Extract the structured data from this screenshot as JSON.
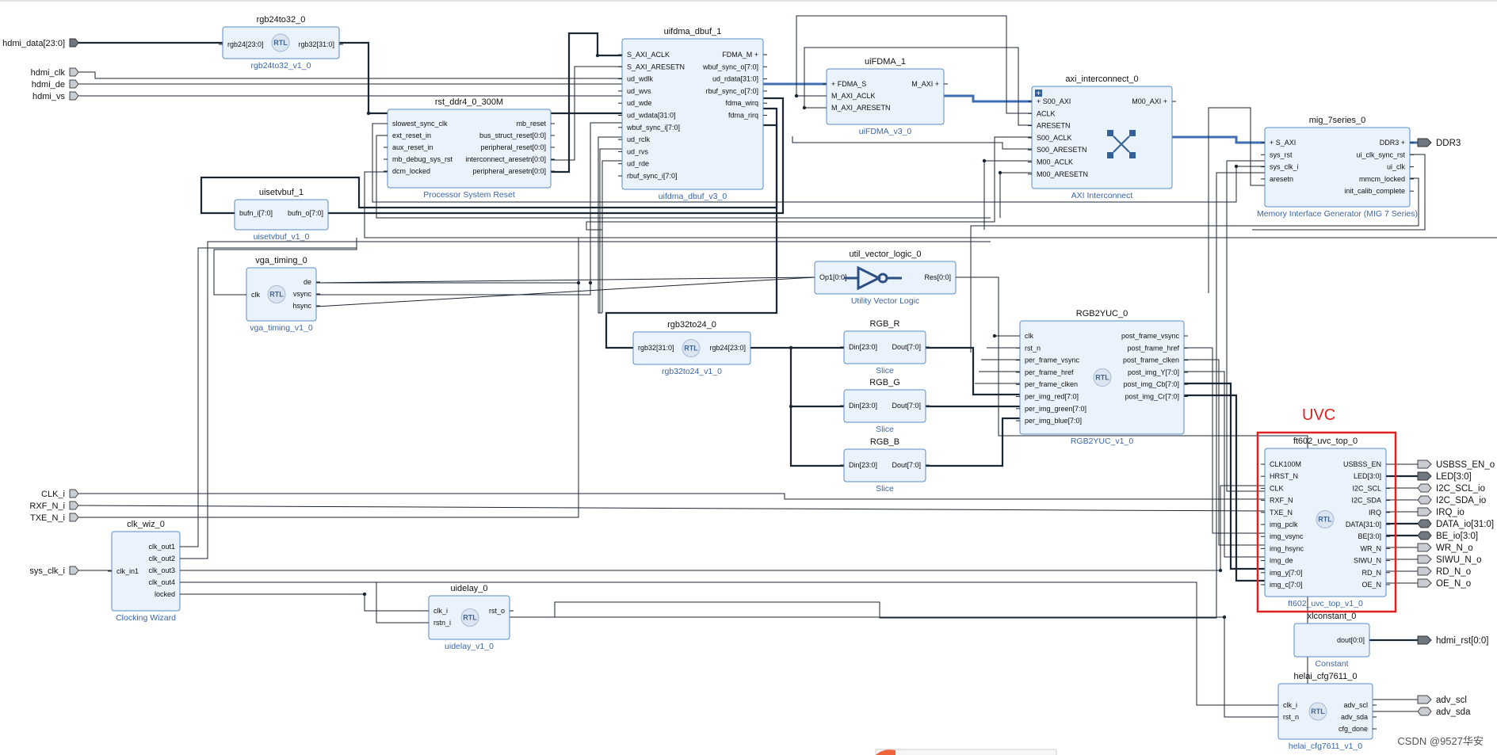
{
  "ext_inputs": [
    {
      "id": "hdmi_data",
      "label": "hdmi_data[23:0]"
    },
    {
      "id": "hdmi_clk",
      "label": "hdmi_clk"
    },
    {
      "id": "hdmi_de",
      "label": "hdmi_de"
    },
    {
      "id": "hdmi_vs",
      "label": "hdmi_vs"
    },
    {
      "id": "clk_i",
      "label": "CLK_i"
    },
    {
      "id": "rxf_n_i",
      "label": "RXF_N_i"
    },
    {
      "id": "txe_n_i",
      "label": "TXE_N_i"
    },
    {
      "id": "sys_clk_i",
      "label": "sys_clk_i"
    }
  ],
  "ext_outputs": [
    {
      "id": "ddr3",
      "label": "DDR3"
    },
    {
      "id": "usbss_en_o",
      "label": "USBSS_EN_o"
    },
    {
      "id": "led",
      "label": "LED[3:0]"
    },
    {
      "id": "i2c_scl_io",
      "label": "I2C_SCL_io"
    },
    {
      "id": "i2c_sda_io",
      "label": "I2C_SDA_io"
    },
    {
      "id": "irq_io",
      "label": "IRQ_io"
    },
    {
      "id": "data_io",
      "label": "DATA_io[31:0]"
    },
    {
      "id": "be_io",
      "label": "BE_io[3:0]"
    },
    {
      "id": "wr_n_o",
      "label": "WR_N_o"
    },
    {
      "id": "siwu_n_o",
      "label": "SIWU_N_o"
    },
    {
      "id": "rd_n_o",
      "label": "RD_N_o"
    },
    {
      "id": "oe_n_o",
      "label": "OE_N_o"
    },
    {
      "id": "hdmi_rst",
      "label": "hdmi_rst[0:0]"
    },
    {
      "id": "adv_scl",
      "label": "adv_scl"
    },
    {
      "id": "adv_sda",
      "label": "adv_sda"
    }
  ],
  "blocks": {
    "rgb24to32": {
      "instance": "rgb24to32_0",
      "name": "rgb24to32_v1_0",
      "rtl": "RTL",
      "left": [
        "rgb24[23:0]"
      ],
      "right": [
        "rgb32[31:0]"
      ]
    },
    "rst_ddr4": {
      "instance": "rst_ddr4_0_300M",
      "name": "Processor System Reset",
      "left": [
        "slowest_sync_clk",
        "ext_reset_in",
        "aux_reset_in",
        "mb_debug_sys_rst",
        "dcm_locked"
      ],
      "right": [
        "mb_reset",
        "bus_struct_reset[0:0]",
        "peripheral_reset[0:0]",
        "interconnect_aresetn[0:0]",
        "peripheral_aresetn[0:0]"
      ]
    },
    "uisetvbuf": {
      "instance": "uisetvbuf_1",
      "name": "uisetvbuf_v1_0",
      "left": [
        "bufn_i[7:0]"
      ],
      "right": [
        "bufn_o[7:0]"
      ]
    },
    "vga_timing": {
      "instance": "vga_timing_0",
      "name": "vga_timing_v1_0",
      "rtl": "RTL",
      "left": [
        "clk"
      ],
      "right": [
        "de",
        "vsync",
        "hsync"
      ]
    },
    "uifdma_dbuf": {
      "instance": "uifdma_dbuf_1",
      "name": "uifdma_dbuf_v3_0",
      "left": [
        "S_AXI_ACLK",
        "S_AXI_ARESETN",
        "ud_wdlk",
        "ud_wvs",
        "ud_wde",
        "ud_wdata[31:0]",
        "wbuf_sync_i[7:0]",
        "ud_rclk",
        "ud_rvs",
        "ud_rde",
        "rbuf_sync_i[7:0]"
      ],
      "right": [
        "FDMA_M",
        "wbuf_sync_o[7:0]",
        "ud_rdata[31:0]",
        "rbuf_sync_o[7:0]",
        "fdma_wirq",
        "fdma_rirq"
      ]
    },
    "uifdma": {
      "instance": "uiFDMA_1",
      "name": "uiFDMA_v3_0",
      "left": [
        "FDMA_S",
        "M_AXI_ACLK",
        "M_AXI_ARESETN"
      ],
      "right": [
        "M_AXI"
      ]
    },
    "axi_ic": {
      "instance": "axi_interconnect_0",
      "name": "AXI Interconnect",
      "left": [
        "S00_AXI",
        "ACLK",
        "ARESETN",
        "S00_ACLK",
        "S00_ARESETN",
        "M00_ACLK",
        "M00_ARESETN"
      ],
      "right": [
        "M00_AXI"
      ]
    },
    "mig": {
      "instance": "mig_7series_0",
      "name": "Memory Interface Generator (MIG 7 Series)",
      "left": [
        "S_AXI",
        "sys_rst",
        "sys_clk_i",
        "aresetn"
      ],
      "right": [
        "DDR3",
        "ui_clk_sync_rst",
        "ui_clk",
        "mmcm_locked",
        "init_calib_complete"
      ]
    },
    "util_vl": {
      "instance": "util_vector_logic_0",
      "name": "Utility Vector Logic",
      "left": [
        "Op1[0:0]"
      ],
      "right": [
        "Res[0:0]"
      ]
    },
    "rgb32to24": {
      "instance": "rgb32to24_0",
      "name": "rgb32to24_v1_0",
      "rtl": "RTL",
      "left": [
        "rgb32[31:0]"
      ],
      "right": [
        "rgb24[23:0]"
      ]
    },
    "rgb_r": {
      "instance": "RGB_R",
      "name": "Slice",
      "left": [
        "Din[23:0]"
      ],
      "right": [
        "Dout[7:0]"
      ]
    },
    "rgb_g": {
      "instance": "RGB_G",
      "name": "Slice",
      "left": [
        "Din[23:0]"
      ],
      "right": [
        "Dout[7:0]"
      ]
    },
    "rgb_b": {
      "instance": "RGB_B",
      "name": "Slice",
      "left": [
        "Din[23:0]"
      ],
      "right": [
        "Dout[7:0]"
      ]
    },
    "rgb2yuc": {
      "instance": "RGB2YUC_0",
      "name": "RGB2YUC_v1_0",
      "rtl": "RTL",
      "left": [
        "clk",
        "rst_n",
        "per_frame_vsync",
        "per_frame_href",
        "per_frame_clken",
        "per_img_red[7:0]",
        "per_img_green[7:0]",
        "per_img_blue[7:0]"
      ],
      "right": [
        "post_frame_vsync",
        "post_frame_href",
        "post_frame_clken",
        "post_img_Y[7:0]",
        "post_img_Cb[7:0]",
        "post_img_Cr[7:0]"
      ]
    },
    "ft602": {
      "instance": "ft602_uvc_top_0",
      "name": "ft602_uvc_top_v1_0",
      "rtl": "RTL",
      "left": [
        "CLK100M",
        "HRST_N",
        "CLK",
        "RXF_N",
        "TXE_N",
        "img_pclk",
        "img_vsync",
        "img_hsync",
        "img_de",
        "img_y[7:0]",
        "img_c[7:0]"
      ],
      "right": [
        "USBSS_EN",
        "LED[3:0]",
        "I2C_SCL",
        "I2C_SDA",
        "IRQ",
        "DATA[31:0]",
        "BE[3:0]",
        "WR_N",
        "SIWU_N",
        "RD_N",
        "OE_N"
      ]
    },
    "clk_wiz": {
      "instance": "clk_wiz_0",
      "name": "Clocking Wizard",
      "left": [
        "clk_in1"
      ],
      "right": [
        "clk_out1",
        "clk_out2",
        "clk_out3",
        "clk_out4",
        "locked"
      ]
    },
    "uidelay": {
      "instance": "uidelay_0",
      "name": "uidelay_v1_0",
      "rtl": "RTL",
      "left": [
        "clk_i",
        "rstn_i"
      ],
      "right": [
        "rst_o"
      ]
    },
    "xlconst": {
      "instance": "xlconstant_0",
      "name": "Constant",
      "left": [],
      "right": [
        "dout[0:0]"
      ]
    },
    "helai": {
      "instance": "helai_cfg7611_0",
      "name": "helai_cfg7611_v1_0",
      "rtl": "RTL",
      "left": [
        "clk_i",
        "rst_n"
      ],
      "right": [
        "adv_scl",
        "adv_sda",
        "cfg_done"
      ]
    }
  },
  "highlight": {
    "label": "UVC",
    "color": "#e02020"
  },
  "watermark": "CSDN @9527华安",
  "colors": {
    "block_fill": "#eaf2fb",
    "block_stroke": "#5b8cc3",
    "wire": "#1b2633",
    "bus": "#3f6eb3",
    "block_name": "#3a66a9"
  }
}
